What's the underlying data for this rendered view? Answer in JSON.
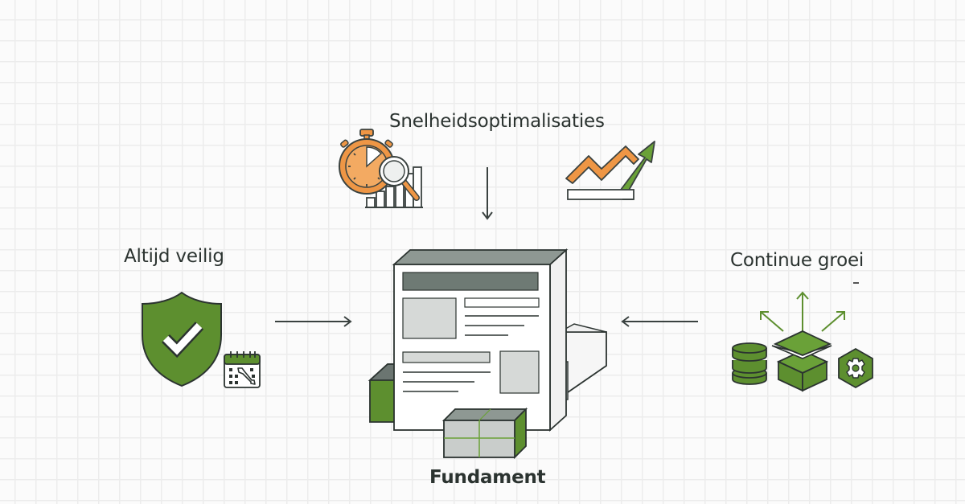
{
  "diagram": {
    "center": {
      "label": "Fundament",
      "icon": "webpage-foundation-icon"
    },
    "nodes": [
      {
        "id": "speed",
        "label": "Snelheidsoptimalisaties",
        "position": "top",
        "icons": [
          "stopwatch-magnifier-chart-icon",
          "trend-arrow-up-icon"
        ],
        "arrow_direction": "down"
      },
      {
        "id": "security",
        "label": "Altijd veilig",
        "position": "left",
        "icons": [
          "shield-check-icon",
          "calendar-wrench-icon"
        ],
        "arrow_direction": "right"
      },
      {
        "id": "growth",
        "label": "Continue groei",
        "position": "right",
        "icons": [
          "database-icon",
          "expanding-box-icon",
          "hexagon-gear-icon"
        ],
        "arrow_direction": "left"
      }
    ]
  },
  "colors": {
    "green": "#5d8f2f",
    "orange": "#ee9645",
    "dark": "#2b3330",
    "grey_fill": "#c9cdcb",
    "dark_grey": "#6b7571"
  }
}
